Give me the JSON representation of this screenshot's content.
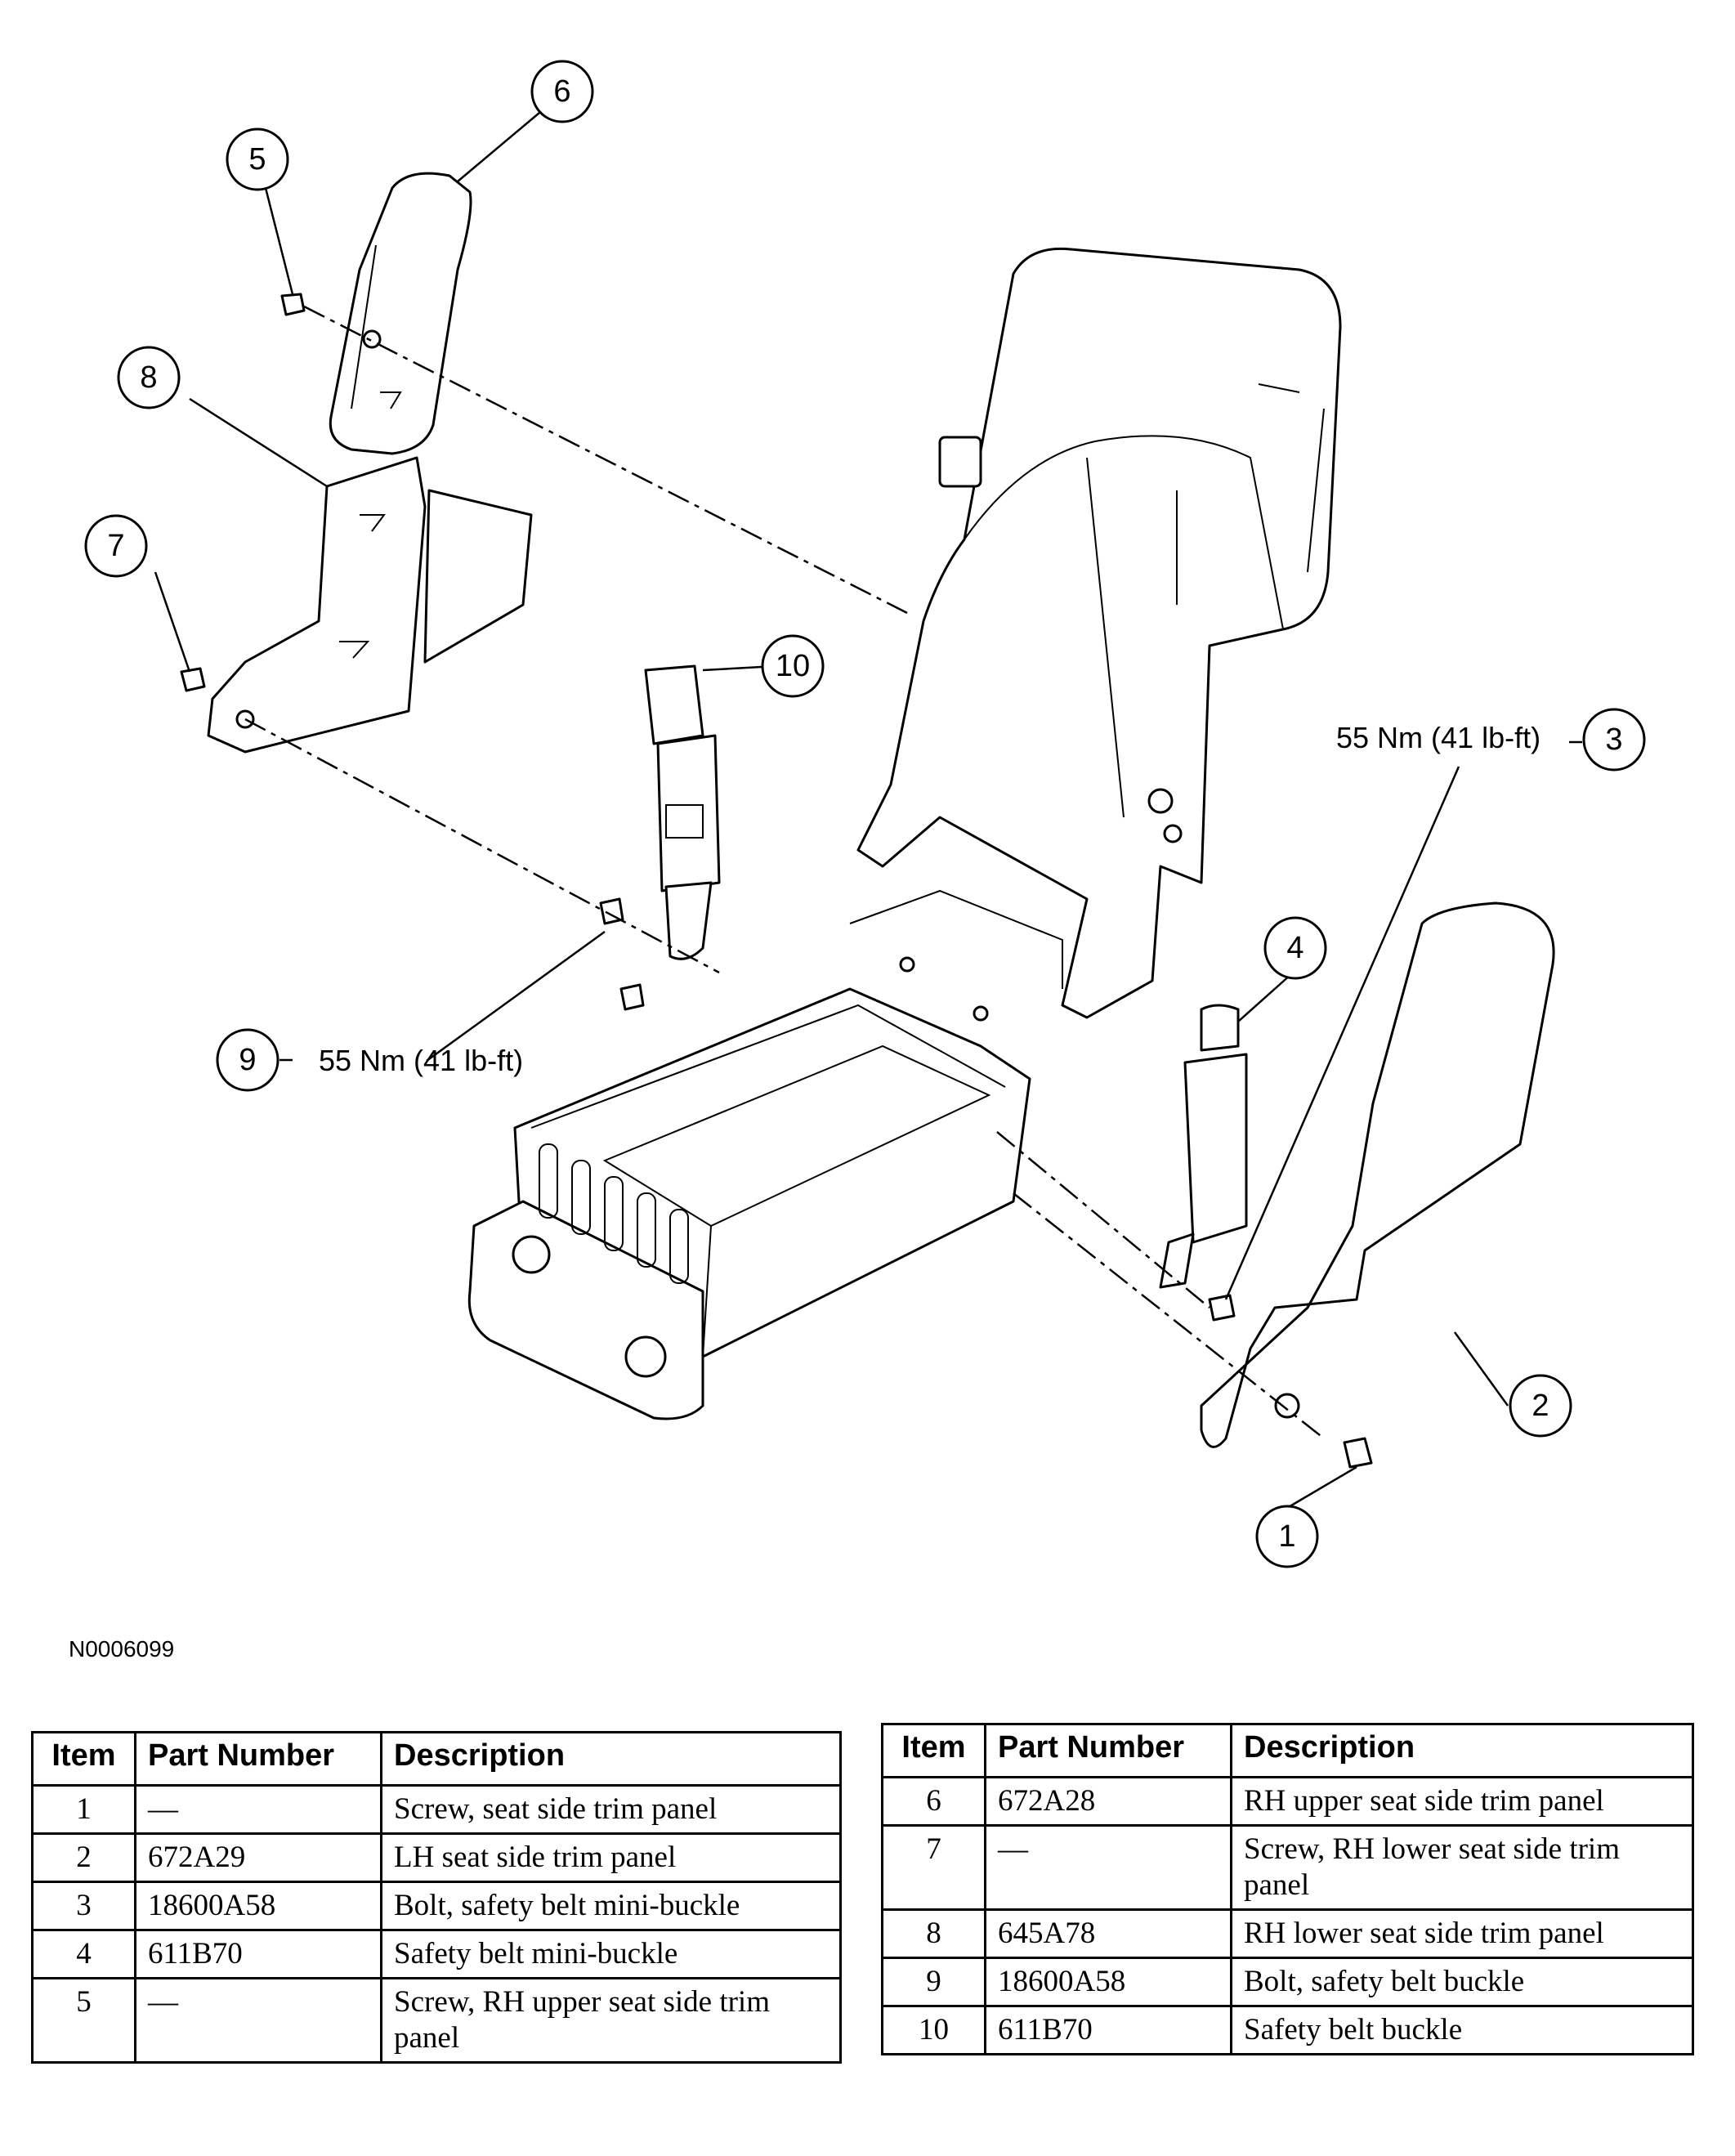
{
  "figure_id": "N0006099",
  "callouts": {
    "c1": "1",
    "c2": "2",
    "c3": "3",
    "c4": "4",
    "c5": "5",
    "c6": "6",
    "c7": "7",
    "c8": "8",
    "c9": "9",
    "c10": "10"
  },
  "torque_specs": {
    "item3": "55 Nm (41 lb-ft)",
    "item9": "55 Nm (41 lb-ft)"
  },
  "parts_table": {
    "headers": {
      "item": "Item",
      "part_number": "Part Number",
      "description": "Description"
    },
    "left_rows": [
      {
        "item": "1",
        "part_number": "—",
        "description": "Screw, seat side trim panel"
      },
      {
        "item": "2",
        "part_number": "672A29",
        "description": "LH seat side trim panel"
      },
      {
        "item": "3",
        "part_number": "18600A58",
        "description": "Bolt, safety belt mini-buckle"
      },
      {
        "item": "4",
        "part_number": "611B70",
        "description": "Safety belt mini-buckle"
      },
      {
        "item": "5",
        "part_number": "—",
        "description": "Screw, RH upper seat side trim panel"
      }
    ],
    "right_rows": [
      {
        "item": "6",
        "part_number": "672A28",
        "description": "RH upper seat side trim panel"
      },
      {
        "item": "7",
        "part_number": "—",
        "description": "Screw, RH lower seat side trim panel"
      },
      {
        "item": "8",
        "part_number": "645A78",
        "description": "RH lower seat side trim panel"
      },
      {
        "item": "9",
        "part_number": "18600A58",
        "description": "Bolt, safety belt buckle"
      },
      {
        "item": "10",
        "part_number": "611B70",
        "description": "Safety belt buckle"
      }
    ]
  }
}
